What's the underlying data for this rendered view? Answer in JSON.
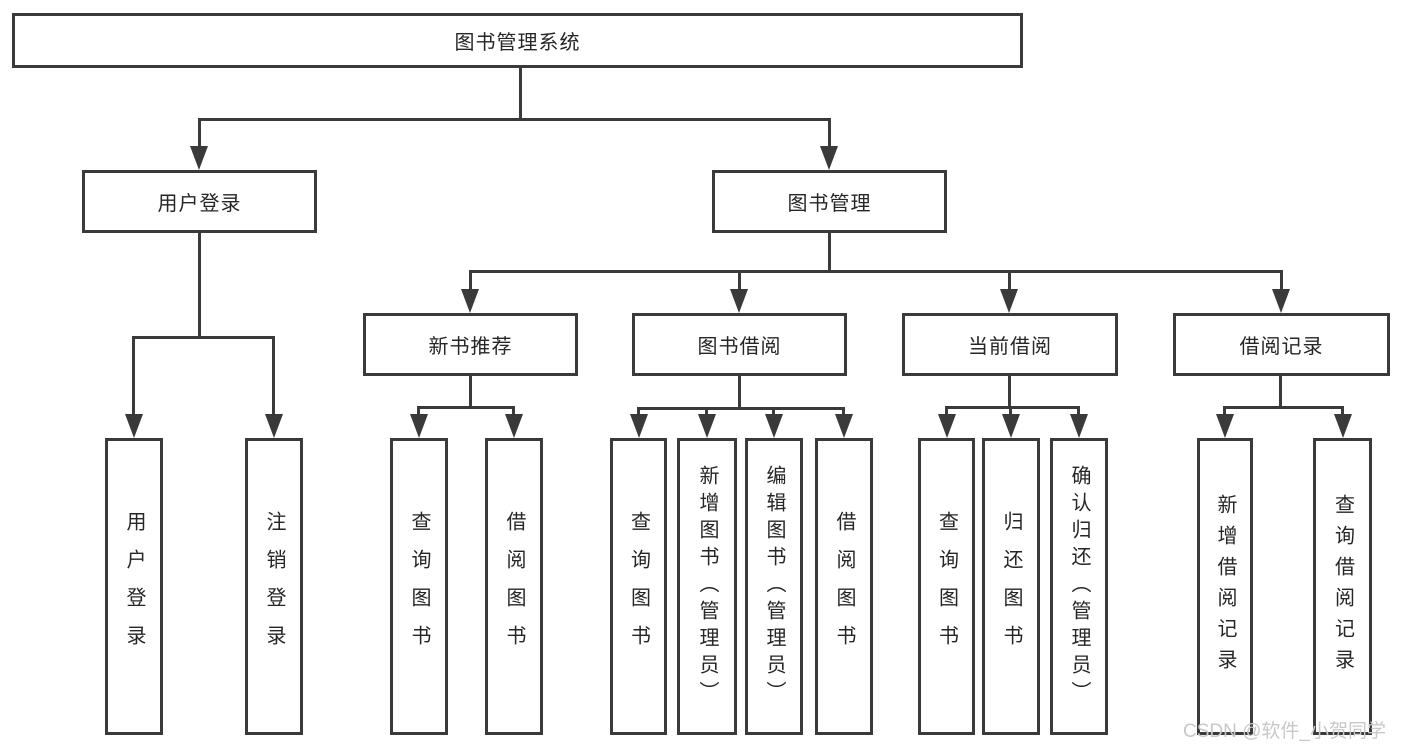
{
  "tree": {
    "root": {
      "label": "图书管理系统"
    },
    "branches": [
      {
        "label": "用户登录",
        "children": [
          {
            "label": "用户登录"
          },
          {
            "label": "注销登录"
          }
        ]
      },
      {
        "label": "图书管理",
        "children": [
          {
            "label": "新书推荐",
            "children": [
              {
                "label": "查询图书"
              },
              {
                "label": "借阅图书"
              }
            ]
          },
          {
            "label": "图书借阅",
            "children": [
              {
                "label": "查询图书"
              },
              {
                "label": "新增图书（管理员）"
              },
              {
                "label": "编辑图书（管理员）"
              },
              {
                "label": "借阅图书"
              }
            ]
          },
          {
            "label": "当前借阅",
            "children": [
              {
                "label": "查询图书"
              },
              {
                "label": "归还图书"
              },
              {
                "label": "确认归还（管理员）"
              }
            ]
          },
          {
            "label": "借阅记录",
            "children": [
              {
                "label": "新增借阅记录"
              },
              {
                "label": "查询借阅记录"
              }
            ]
          }
        ]
      }
    ]
  },
  "watermark": {
    "text": "CSDN @软件_小贺同学"
  },
  "colors": {
    "line": "#3a3a3a",
    "text": "#262626",
    "watermark": "#c8c8c8",
    "bg": "#ffffff"
  }
}
